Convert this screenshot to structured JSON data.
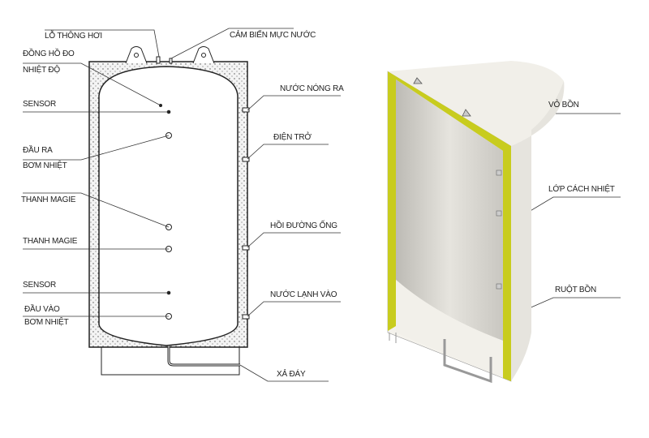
{
  "left_diagram": {
    "labels": {
      "vent": "LỖ THÔNG HƠI",
      "level_sensor": "CẢM BIẾN MỰC NƯỚC",
      "thermometer_1": "ĐỒNG HỒ ĐO",
      "thermometer_2": "NHIỆT ĐỘ",
      "sensor_top": "SENSOR",
      "hp_out_1": "ĐẦU RA",
      "hp_out_2": "BƠM NHIỆT",
      "magnesium_1": "THANH MAGIE",
      "magnesium_2": "THANH MAGIE",
      "sensor_bottom": "SENSOR",
      "hp_in_1": "ĐẦU VÀO",
      "hp_in_2": "BƠM NHIỆT",
      "hot_out": "NƯỚC NÓNG RA",
      "heater": "ĐIỆN TRỞ",
      "return": "HỒI ĐƯỜNG ỐNG",
      "cold_in": "NƯỚC LẠNH VÀO",
      "drain": "XẢ ĐÁY"
    }
  },
  "right_diagram": {
    "labels": {
      "shell": "VỎ BỒN",
      "insulation": "LỚP CÁCH NHIỆT",
      "inner_tank": "RUỘT BỒN"
    },
    "colors": {
      "insulation": "#c8cc1e",
      "shell": "#f2f0ea",
      "inner": "#dcdad4"
    }
  }
}
